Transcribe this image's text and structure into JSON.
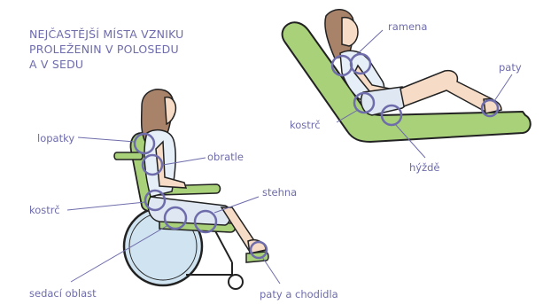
{
  "title": {
    "line1": "NEJČASTĚJŠÍ MÍSTA VZNIKU",
    "line2": "PROLEŽENIN V POLOSEDU",
    "line3": "A V SEDU"
  },
  "labels": {
    "lopatky": "lopatky",
    "obratle": "obratle",
    "kostrc_sitting": "kostrč",
    "stehna": "stehna",
    "sedaci_oblast": "sedací oblast",
    "paty_a_chodidla": "paty a chodidla",
    "ramena": "ramena",
    "paty": "paty",
    "kostrc_reclining": "kostrč",
    "hyzde": "hýždě"
  },
  "colors": {
    "accent": "#6e6cab",
    "cushion": "#a9d17a",
    "cushion_dark": "#6f9a45",
    "wheel": "#cfe3f0",
    "hair": "#a9826a",
    "skin": "#f6dcc6",
    "clothes": "#e6eef7"
  }
}
